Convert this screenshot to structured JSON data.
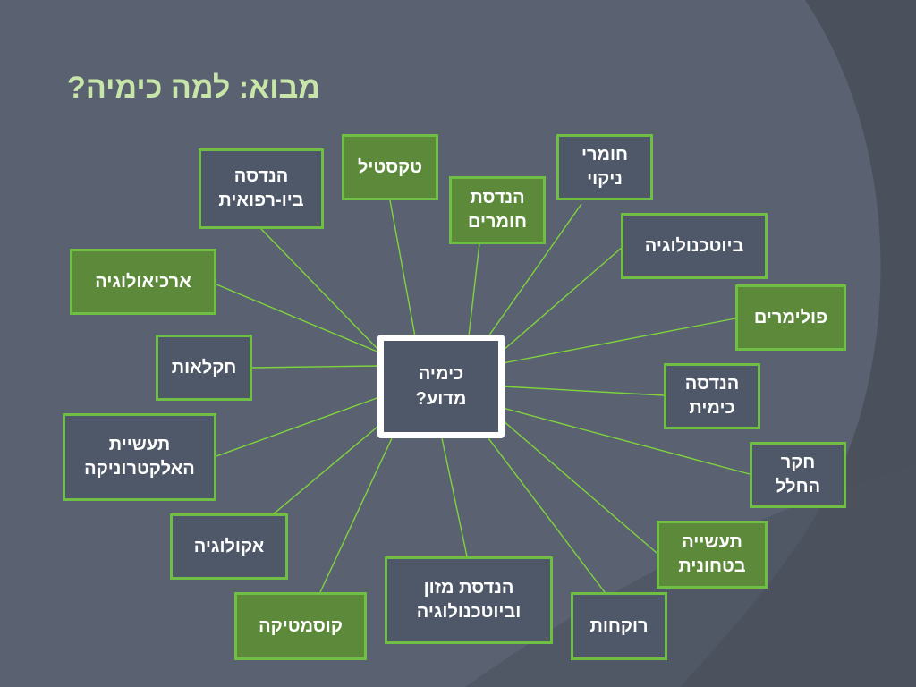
{
  "title": "מבוא: למה כימיה?",
  "center": {
    "label": "כימיה\nמדוע?"
  },
  "nodes": [
    {
      "label": "טקסטיל",
      "style": "green"
    },
    {
      "label": "חומרי\nניקוי",
      "style": "dark"
    },
    {
      "label": "הנדסה\nביו-רפואית",
      "style": "dark"
    },
    {
      "label": "הנדסת\nחומרים",
      "style": "green"
    },
    {
      "label": "ביוטכנולוגיה",
      "style": "dark"
    },
    {
      "label": "ארכיאולוגיה",
      "style": "green"
    },
    {
      "label": "פולימרים",
      "style": "green"
    },
    {
      "label": "חקלאות",
      "style": "dark"
    },
    {
      "label": "הנדסה\nכימית",
      "style": "dark"
    },
    {
      "label": "תעשיית\nהאלקטרוניקה",
      "style": "dark"
    },
    {
      "label": "חקר\nהחלל",
      "style": "dark"
    },
    {
      "label": "אקולוגיה",
      "style": "dark"
    },
    {
      "label": "תעשייה\nבטחונית",
      "style": "green"
    },
    {
      "label": "הנדסת מזון\nוביוטכנולוגיה",
      "style": "dark"
    },
    {
      "label": "קוסמטיקה",
      "style": "green"
    },
    {
      "label": "רוקחות",
      "style": "dark"
    }
  ],
  "colors": {
    "background": "#4a505c",
    "swoosh": "#5a6272",
    "title": "#c8e6a8",
    "connector": "#7fd43c",
    "node_border": "#6fbf44",
    "node_green_fill": "#5c8a3a",
    "node_dark_fill": "#4f5868",
    "center_border": "#ffffff"
  }
}
